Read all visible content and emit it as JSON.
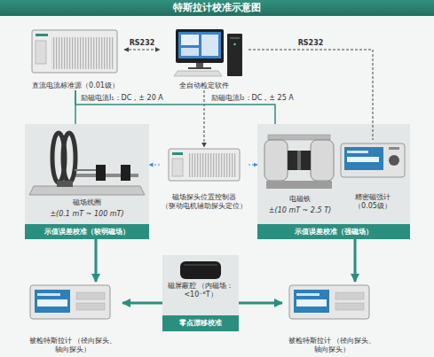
{
  "diagram": {
    "title": "特斯拉计校准示意图",
    "nodes": [
      {
        "text": [
          "直流电流标准源（0.01级）"
        ]
      },
      {
        "text": [
          "全自动检定软件"
        ]
      },
      {
        "text": [
          "磁场线圈",
          "±(0.1 mT ~ 100 mT)"
        ]
      },
      {
        "text": [
          "示值误差校准（较弱磁场）"
        ],
        "in": 2
      },
      {
        "text": [
          "磁场探头位置控制器 （驱动电机辅助探头定位）"
        ]
      },
      {
        "text": [
          "电磁铁",
          "±(10 mT ~ 2.5 T)"
        ]
      },
      {
        "text": [
          "精密磁强计 （0.05级）"
        ],
        "in": 5
      },
      {
        "text": [
          "示值误差校准（强磁场）"
        ],
        "in": 5
      },
      {
        "text": [
          "磁屏蔽腔 （内磁场：<10⁻⁸T）"
        ]
      },
      {
        "text": [
          "零点漂移校准"
        ],
        "in": 8
      },
      {
        "text": [
          "被检特斯拉计 （径向探头、轴向探头）"
        ]
      },
      {
        "text": [
          "被检特斯拉计 （径向探头、轴向探头）"
        ]
      }
    ],
    "edges": [
      {
        "from": 0,
        "to": 1,
        "label": "RS232",
        "arrow": "both"
      },
      {
        "from": 1,
        "to": 6,
        "label": "RS232",
        "arrow": "none"
      },
      {
        "from": 1,
        "to": 4,
        "arrow": "to"
      },
      {
        "from": 0,
        "to": 2,
        "label": "励磁电流I₁：DC，± 20 A",
        "arrow": "none"
      },
      {
        "from": 0,
        "to": 5,
        "label": "励磁电流I₂：DC，± 25 A",
        "arrow": "none"
      },
      {
        "from": 4,
        "to": 2,
        "arrow": "to"
      },
      {
        "from": 4,
        "to": 5,
        "arrow": "to"
      },
      {
        "from": 2,
        "to": 10,
        "arrow": "to"
      },
      {
        "from": 5,
        "to": 11,
        "arrow": "to"
      },
      {
        "from": 8,
        "to": 10,
        "arrow": "to"
      },
      {
        "from": 8,
        "to": 11,
        "arrow": "to"
      }
    ]
  }
}
